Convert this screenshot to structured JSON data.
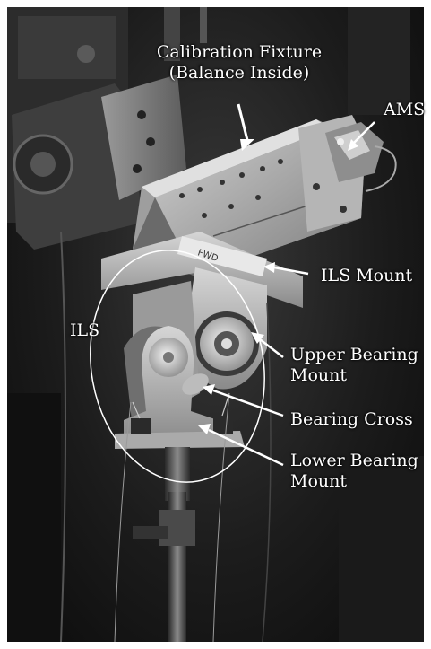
{
  "labels": {
    "calibration_fixture_line1": "Calibration Fixture",
    "calibration_fixture_line2": "(Balance Inside)",
    "ams": "AMS",
    "ils_mount": "ILS Mount",
    "ils": "ILS",
    "upper_bearing_line1": "Upper Bearing",
    "upper_bearing_line2": "Mount",
    "bearing_cross": "Bearing Cross",
    "lower_bearing_line1": "Lower Bearing",
    "lower_bearing_line2": "Mount"
  },
  "stamp_text": "FWD",
  "colors": {
    "annotation": "#ffffff",
    "background": "#141414",
    "metal_light": "#c8c8c8",
    "metal_dark": "#7a7a7a"
  }
}
